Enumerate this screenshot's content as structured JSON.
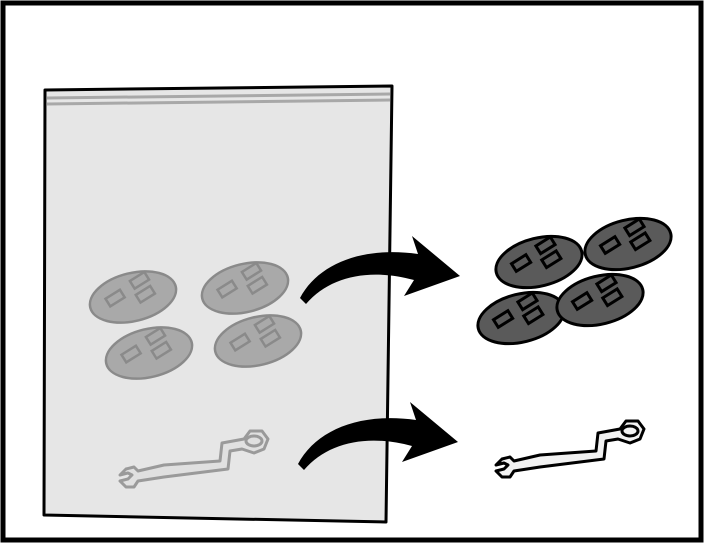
{
  "figure": {
    "colors": {
      "frame": "#000000",
      "background": "#ffffff",
      "bag_fill": "#e6e6e6",
      "bag_edge": "#a8a8a8",
      "part_in_bag": "#a9a9a9",
      "part_in_bag_edge": "#8a8a8a",
      "part_out": "#5a5a5a",
      "arrow": "#000000"
    },
    "icons": {
      "bag": "zip-bag-icon",
      "feet": "adhesive-foot-icon",
      "wrench": "wrench-icon",
      "arrow": "curved-arrow-icon"
    },
    "counts": {
      "feet_in_bag": 4,
      "feet_removed": 4,
      "wrench_in_bag": 1,
      "wrench_removed": 1
    }
  }
}
